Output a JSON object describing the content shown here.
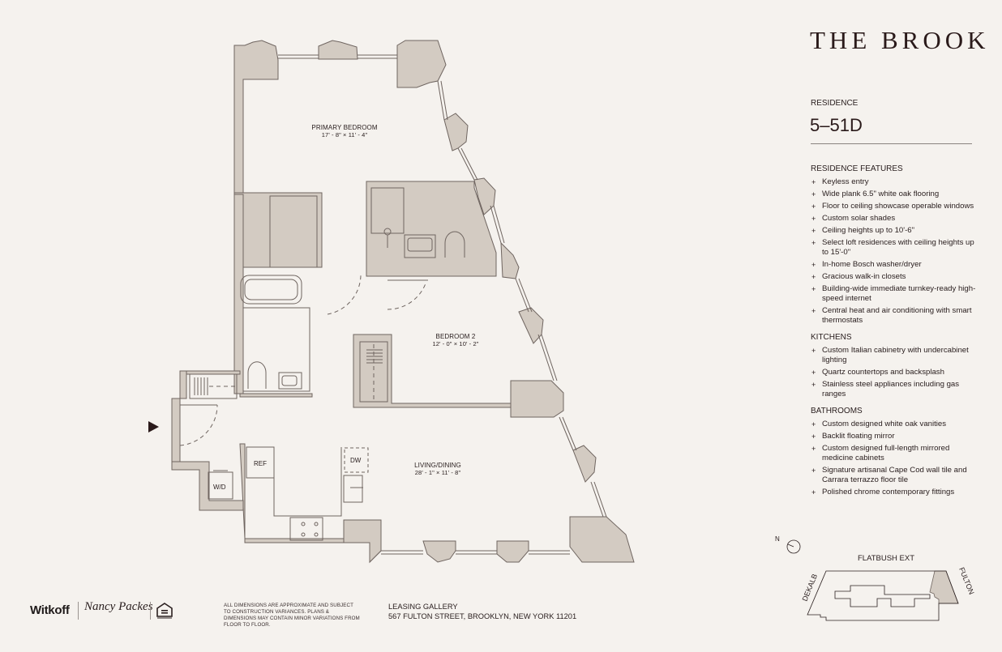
{
  "brand": {
    "title": "THE BROOK"
  },
  "residence": {
    "label": "RESIDENCE",
    "number": "5–51D"
  },
  "sections": [
    {
      "title": "RESIDENCE FEATURES",
      "items": [
        "Keyless entry",
        "Wide plank 6.5\" white oak flooring",
        "Floor to ceiling showcase operable windows",
        "Custom solar shades",
        "Ceiling heights up to 10'-6\"",
        "Select loft residences with ceiling heights up to 15'-0\"",
        "In-home Bosch washer/dryer",
        "Gracious walk-in closets",
        "Building-wide immediate turnkey-ready high-speed internet",
        "Central heat and air conditioning with smart thermostats"
      ]
    },
    {
      "title": "KITCHENS",
      "items": [
        "Custom Italian cabinetry with undercabinet lighting",
        "Quartz countertops and backsplash",
        "Stainless steel appliances including gas ranges"
      ]
    },
    {
      "title": "BATHROOMS",
      "items": [
        "Custom designed white oak vanities",
        "Backlit floating mirror",
        "Custom designed full-length mirrored medicine cabinets",
        "Signature artisanal Cape Cod wall tile and Carrara terrazzo floor tile",
        "Polished chrome contemporary fittings"
      ]
    }
  ],
  "bullet": "+",
  "floorplan": {
    "rooms": [
      {
        "name": "PRIMARY BEDROOM",
        "dims": "17' - 8\" × 11' - 4\""
      },
      {
        "name": "BEDROOM 2",
        "dims": "12' - 0\" × 10' - 2\""
      },
      {
        "name": "LIVING/DINING",
        "dims": "28' - 1\" × 11' - 8\""
      }
    ],
    "fixtures": {
      "ref": "REF",
      "wd": "W/D",
      "dw": "DW"
    },
    "entry_icon": "entry-arrow-icon"
  },
  "keyplan": {
    "north": "N",
    "streets": {
      "top": "FLATBUSH EXT",
      "left": "DEKALB",
      "right": "FULTON"
    }
  },
  "footer": {
    "developer": "Witkoff",
    "broker_signature": "Nancy Packes",
    "equal_housing_icon": "equal-housing-icon",
    "disclaimer": "ALL DIMENSIONS ARE APPROXIMATE AND SUBJECT TO CONSTRUCTION VARIANCES. PLANS & DIMENSIONS MAY CONTAIN MINOR VARIATIONS FROM FLOOR TO FLOOR.",
    "leasing_title": "LEASING GALLERY",
    "leasing_address": "567 FULTON STREET, BROOKLYN, NEW YORK 11201"
  },
  "colors": {
    "background": "#f5f2ee",
    "wall": "#d3cbc2",
    "line": "#6f6560",
    "text": "#2b2020"
  }
}
